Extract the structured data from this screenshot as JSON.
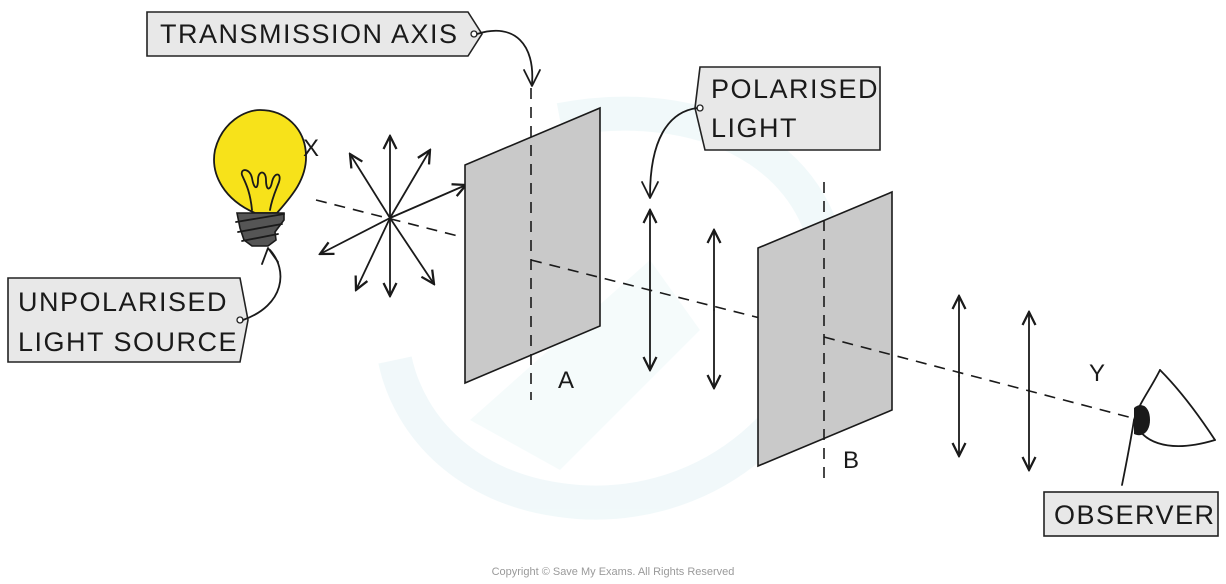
{
  "labels": {
    "transmission_axis": "TRANSMISSION AXIS",
    "polarised_light_line1": "POLARISED",
    "polarised_light_line2": "LIGHT",
    "unpolarised_line1": "UNPOLARISED",
    "unpolarised_line2": "LIGHT SOURCE",
    "observer": "OBSERVER"
  },
  "points": {
    "x": "X",
    "y": "Y",
    "a": "A",
    "b": "B"
  },
  "copyright": "Copyright © Save My Exams. All Rights Reserved",
  "colors": {
    "bulb": "#f7e21a",
    "filter": "#c9c9c9",
    "label_box": "#e8e8e8",
    "watermark": "#e6f4f6"
  }
}
